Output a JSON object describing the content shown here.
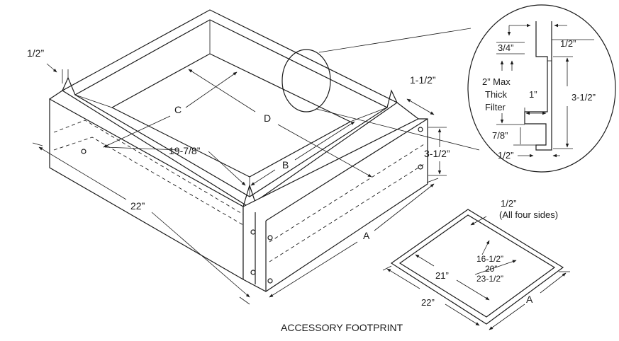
{
  "labels": {
    "half_top_left": "1/2”",
    "one_half": "1-1/2”",
    "c": "C",
    "d": "D",
    "b": "B",
    "nineteen": "19-7/8”",
    "three_half_side": "3-1/2”",
    "twentytwo_main": "22”",
    "a_main": "A"
  },
  "detail": {
    "three_quarter": "3/4”",
    "half_top": "1/2”",
    "two_max": "2” Max",
    "thick": "Thick",
    "filter": "Filter",
    "one": "1”",
    "three_half": "3-1/2”",
    "seven_eighth": "7/8”",
    "half_bottom": "1/2”"
  },
  "footprint": {
    "half": "1/2”",
    "all_sides": "(All four sides)",
    "sixteen": "16-1/2”",
    "twenty": "20”",
    "twentythree": "23-1/2”",
    "twentyone": "21”",
    "twentytwo": "22”",
    "a": "A",
    "caption": "ACCESSORY FOOTPRINT"
  }
}
